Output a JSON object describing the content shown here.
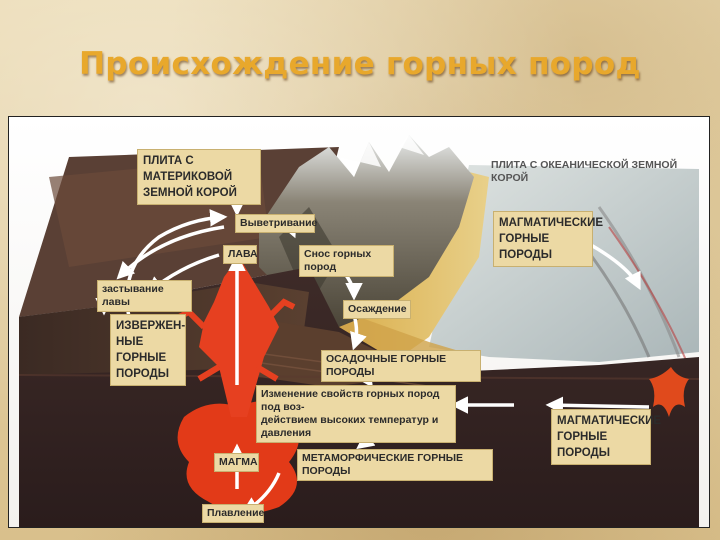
{
  "title": "Происхождение горных пород",
  "labels": {
    "continental_plate": "ПЛИТА С МАТЕРИКОВОЙ\nЗЕМНОЙ КОРОЙ",
    "oceanic_plate": "ПЛИТА С ОКЕАНИЧЕСКОЙ ЗЕМНОЙ КОРОЙ",
    "weathering": "Выветривание",
    "lava": "ЛАВА",
    "erosion": "Снос горных пород",
    "lava_solidification": "застывание лавы",
    "igneous_left": "ИЗВЕРЖЕН-\nНЫЕ ГОРНЫЕ\nПОРОДЫ",
    "igneous_top_right": "МАГМАТИЧЕСКИЕ\nГОРНЫЕ ПОРОДЫ",
    "deposition": "Осаждение",
    "sedimentary": "ОСАДОЧНЫЕ ГОРНЫЕ ПОРОДЫ",
    "metamorphism": "Изменение свойств горных пород под воз-\nдействием высоких температур и давления",
    "igneous_bottom_right": "МАГМАТИЧЕСКИЕ\nГОРНЫЕ ПОРОДЫ",
    "magma": "МАГМА",
    "metamorphic": "МЕТАМОРФИЧЕСКИЕ ГОРНЫЕ ПОРОДЫ",
    "melting": "Плавление"
  },
  "colors": {
    "title": "#e8a82c",
    "label_bg": "#ecd9a4",
    "magma": "#e23a18",
    "arrow": "#ffffff",
    "ocean": "#c9d3d4",
    "crust": "#3a2a26"
  }
}
